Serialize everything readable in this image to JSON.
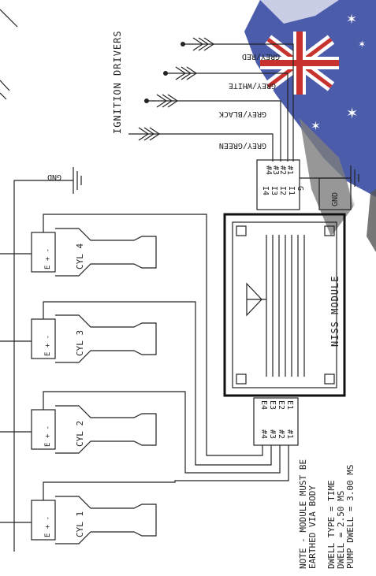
{
  "colors": {
    "ink": "#222222",
    "flag_blue": "#2b3f9b",
    "flag_red": "#c8322d",
    "shadow_gray": "#7d7d7d"
  },
  "labels": {
    "ignition_drivers": "IGNITION DRIVERS",
    "wire_red": "GREY/RED",
    "wire_white": "GREY/WHITE",
    "wire_black": "GREY/BLACK",
    "wire_green": "GREY/GREEN",
    "gnd_top": "GND",
    "gnd_module": "GND",
    "module_name": "NISS MODULE",
    "pin_i4": "I4",
    "pin_i3": "I3",
    "pin_i2": "I2",
    "pin_i1": "I1",
    "pin_g": "G",
    "pin_e4": "E4",
    "pin_e3": "E3",
    "pin_e2": "E2",
    "pin_e1": "E1",
    "term_4": "#4",
    "term_3": "#3",
    "term_2": "#2",
    "term_1": "#1",
    "coil_terms": "E + -",
    "cyl_4": "CYL 4",
    "cyl_3": "CYL 3",
    "cyl_2": "CYL 2",
    "cyl_1": "CYL 1",
    "note_line1": "NOTE - MODULE MUST BE",
    "note_line2": "EARTHED VIA BODY",
    "dwell_type": "DWELL TYPE  = TIME",
    "dwell": "DWELL      = 2.50 MS",
    "pump_dwell": "PUMP DWELL = 3.00 MS"
  },
  "icons": [
    "australian-flag-watermark",
    "ground-symbol",
    "arrow-connector-symbol",
    "ignition-coil-symbol"
  ]
}
